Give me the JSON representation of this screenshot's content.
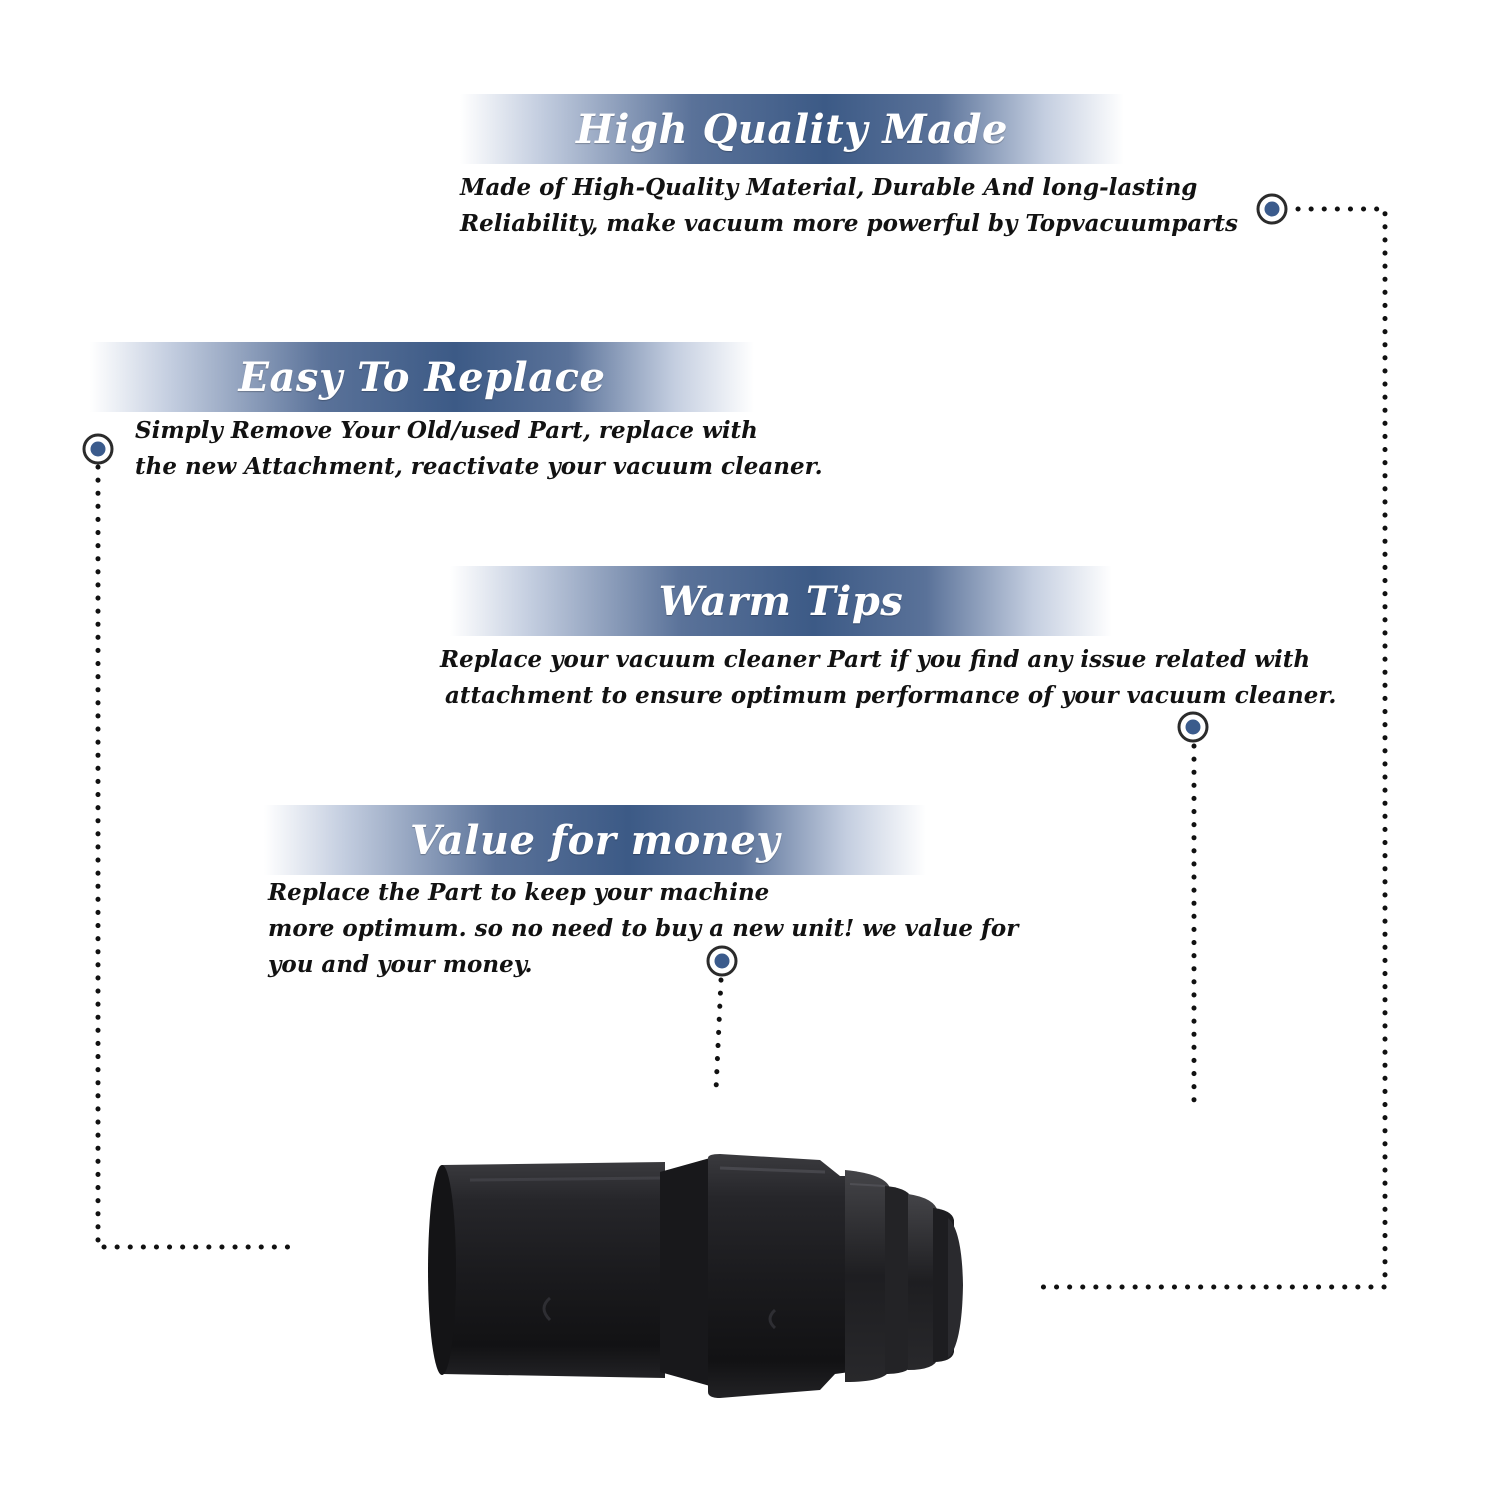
{
  "features": [
    {
      "title": "High Quality Made",
      "lines": [
        "Made of  High-Quality Material, Durable And long-lasting",
        "Reliability, make vacuum more powerful by Topvacuumparts"
      ]
    },
    {
      "title": "Easy To Replace",
      "lines": [
        "Simply Remove Your Old/used Part, replace with",
        "the new Attachment, reactivate your vacuum cleaner."
      ]
    },
    {
      "title": "Warm Tips",
      "lines": [
        "Replace your vacuum cleaner Part if you find any issue related with",
        "attachment to ensure optimum performance of your vacuum cleaner."
      ]
    },
    {
      "title": "Value for money",
      "lines": [
        "Replace the Part to keep your machine",
        "more optimum. so no need to buy a new unit! we value for",
        "you and your money."
      ]
    }
  ],
  "colors": {
    "banner_accent": "#3c5a86",
    "marker_fill": "#3b5b8c",
    "text": "#121212",
    "product": "#1c1c1e"
  },
  "icons": {
    "marker": "target-dot-icon",
    "product": "vacuum-hose-adapter-image"
  }
}
